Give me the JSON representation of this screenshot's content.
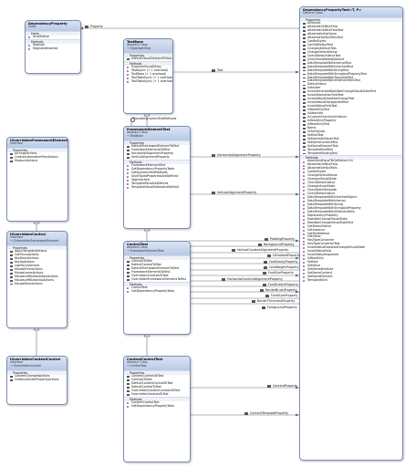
{
  "boxes": [
    {
      "id": "dependencyproperty",
      "title": "DependencyProperty",
      "subtitles": [
        "Class"
      ],
      "sections": [
        {
          "name": "Fields",
          "kind": "field",
          "members": [
            "UnsetValue"
          ]
        },
        {
          "name": "Methods",
          "kind": "method",
          "members": [
            "Register",
            "RegisterAttached"
          ]
        }
      ]
    },
    {
      "id": "testbase",
      "title": "TestBase",
      "subtitles": [
        "Abstract Class",
        "→ SilverlightTest"
      ],
      "sections": [
        {
          "name": "Properties",
          "kind": "prop",
          "members": [
            "DefaultVisualDelayInMilliseconds"
          ]
        },
        {
          "name": "Methods",
          "kind": "method",
          "members": [
            "EnqueueVisualDelay",
            "TestAsync (+ 1 overload)",
            "TestBase (+ 1 overload)",
            "TestTaskAsync (+ 1 overload)",
            "TestTaskAsync (+ 1 overload)"
          ]
        }
      ]
    },
    {
      "id": "dependencypropertytest",
      "title": "DependencyPropertyTest<T, P>",
      "subtitles": [
        "Generic Class"
      ],
      "sections": [
        {
          "name": "Properties",
          "kind": "prop",
          "members": [
            "AllValues",
            "AttachedGetNullFails",
            "AttachedGetNullFailsTest",
            "AttachedInitialValue",
            "AttachedSetNullFailsTest",
            "CanBeStyled",
            "CanSetBeNullTest",
            "ChangesDefaultTest",
            "ChangeDefaultValue",
            "CheckDefaultValueTest",
            "CheckValueNeedsDefault",
            "DataTemplateWithInternalTest",
            "DataTemplateWithInheritedTest",
            "DataTemplateWithStringTest",
            "DataTemplateWithStringAndPropertyTest",
            "DataTemplateWithTemplateTest",
            "DataTemplateWithXElementFailsTest",
            "DefaultValue",
            "Initializer",
            "InvalidInheritedDoesNotChangeVisualStateTest",
            "InvalidOperationFailsTest",
            "InvalidValueDoesNotChangeTest",
            "InvalidValueDisregardedTest",
            "InvalidValueFailsTest",
            "IsReadOnlyTest",
            "IsAttached",
            "IsCustomCheckLimitValues",
            "IsReadOnlyProperty",
            "IsReadOnlyTest",
            "Name",
            "OtherValues",
            "SetNullTest",
            "SetSameAttributeTest",
            "SetSameContentTest",
            "SetSameElementTest",
            "TemplateBindTest",
            "TemplateBindingTest"
          ]
        },
        {
          "name": "Methods",
          "kind": "method",
          "members": [
            "AssertAndEqualToGetValue<V>",
            "AttachedGetNullFails",
            "AttachedSetNullFails",
            "CanBeStyled",
            "ChangeDefaultValue",
            "ChangesVisualState",
            "CheckDefaultValue",
            "ChangeVisualState",
            "CheckDataTemplate",
            "CheckDefaultValue",
            "DataTemplateWithInheritedObject",
            "DataTemplateWithInternal",
            "DataTemplateWithString",
            "DataTemplateWithStringAndProperty",
            "DataTemplateWithXElementFails",
            "DependencyProperty",
            "DoesNotChangeVisualState",
            "DoesNotChangeVisualStateTest",
            "GetDefaultValue",
            "GetInstance",
            "GetTestMethod",
            "GetValue",
            "HasTypeConverter",
            "HasTypeConverterTest",
            "InvalidValueDoesNotChangeVisualState",
            "InvalidValueFails",
            "InvalidValueIsIgnored",
            "IsReadOnly",
            "SetNull",
            "SetValue",
            "SetSameAttribute",
            "SetSameContent",
            "SetSameElement",
            "TemplateBind"
          ]
        }
      ]
    },
    {
      "id": "frameworkelementtest",
      "title": "FrameworkElementTest",
      "subtitles": [
        "Abstract Class",
        "→ TestBase"
      ],
      "sections": [
        {
          "name": "Properties",
          "kind": "prop",
          "members": [
            "DefaultFrameworkElementToTest",
            "FrameworkElementsToTest",
            "HorizontalAlignmentProperty",
            "VerticalAlignmentProperty"
          ]
        },
        {
          "name": "Methods",
          "kind": "method",
          "members": [
            "FrameworkElementTest",
            "GetDependencyPropertyTests",
            "GetDynamicTestMethods",
            "StyleTypedPropertiesAreDefined",
            "TagInherited",
            "TemplatePartsAreDefined",
            "TemplateVisualStatesAreDefined"
          ]
        }
      ]
    },
    {
      "id": "ioverriddenframeworkelement",
      "title": "IOverriddenFrameworkElement",
      "subtitles": [
        "Interface"
      ],
      "sections": [
        {
          "name": "Properties",
          "kind": "prop",
          "members": [
            "ArrangeActions",
            "CreateAutomationPeerActions",
            "MeasureActions"
          ]
        }
      ]
    },
    {
      "id": "ioverriddencontrol",
      "title": "IOverriddenControl",
      "subtitles": [
        "Interface",
        "→ IOverriddenFrameworkElement"
      ],
      "sections": [
        {
          "name": "Properties",
          "kind": "prop",
          "members": [
            "ApplyTemplateActions",
            "GotFocusActions",
            "KeyDownActions",
            "KeyUpActions",
            "LostFocusActions",
            "MouseEnterActions",
            "MouseLeaveActions",
            "MouseLeftButtonDownActions",
            "MouseLeftButtonUpActions",
            "MouseMoveActions"
          ]
        }
      ]
    },
    {
      "id": "controltest",
      "title": "ControlTest",
      "subtitles": [
        "Abstract Class",
        "→ FrameworkElementTest"
      ],
      "sections": [
        {
          "name": "Properties",
          "kind": "prop",
          "members": [
            "ControlsToTest",
            "DefaultControlToTest",
            "DefaultFrameworkElementToTest",
            "FrameworkElementsToTest",
            "OverriddenControlsToTest",
            "OverriddenFrameworkElementsToTest"
          ]
        },
        {
          "name": "Methods",
          "kind": "method",
          "members": [
            "ControlTest",
            "GetDependencyPropertyTests"
          ]
        }
      ]
    },
    {
      "id": "ioverriddencontentcontrol",
      "title": "IOverriddenContentControl",
      "subtitles": [
        "Interface",
        "→ IOverriddenControl"
      ],
      "sections": [
        {
          "name": "Properties",
          "kind": "prop",
          "members": [
            "ContentChangedActions",
            "OnMouseEnterPropertyActions"
          ]
        }
      ]
    },
    {
      "id": "contentcontroltest",
      "title": "ContentControlTest",
      "subtitles": [
        "Abstract Class",
        "→ ControlTest"
      ],
      "sections": [
        {
          "name": "Properties",
          "kind": "prop",
          "members": [
            "ContentControlsToTest",
            "ControlsToTest",
            "DefaultContentControlToTest",
            "DefaultControlToTest",
            "OverriddenContentControlsToTest",
            "OverriddenControlsToTest"
          ]
        },
        {
          "name": "Methods",
          "kind": "method",
          "members": [
            "ContentControlTest",
            "GetDependencyPropertyTests"
          ]
        }
      ]
    }
  ],
  "association_labels": [
    "Property",
    "Test",
    "IProvideDynamicTestMethods",
    "HorizontalAlignmentProperty",
    "VerticalAlignmentProperty",
    "PaddingProperty",
    "BackgroundProperty",
    "VerticalContentAlignmentProperty",
    "IsEnabledProperty",
    "FontFamilyProperty",
    "FontWeightProperty",
    "FontSizeProperty",
    "HorizontalContentAlignmentProperty",
    "FontStretchProperty",
    "BorderBrushProperty",
    "FontStyleProperty",
    "BorderThicknessProperty",
    "ForegroundProperty",
    "ContentProperty",
    "ContentTemplateProperty"
  ]
}
